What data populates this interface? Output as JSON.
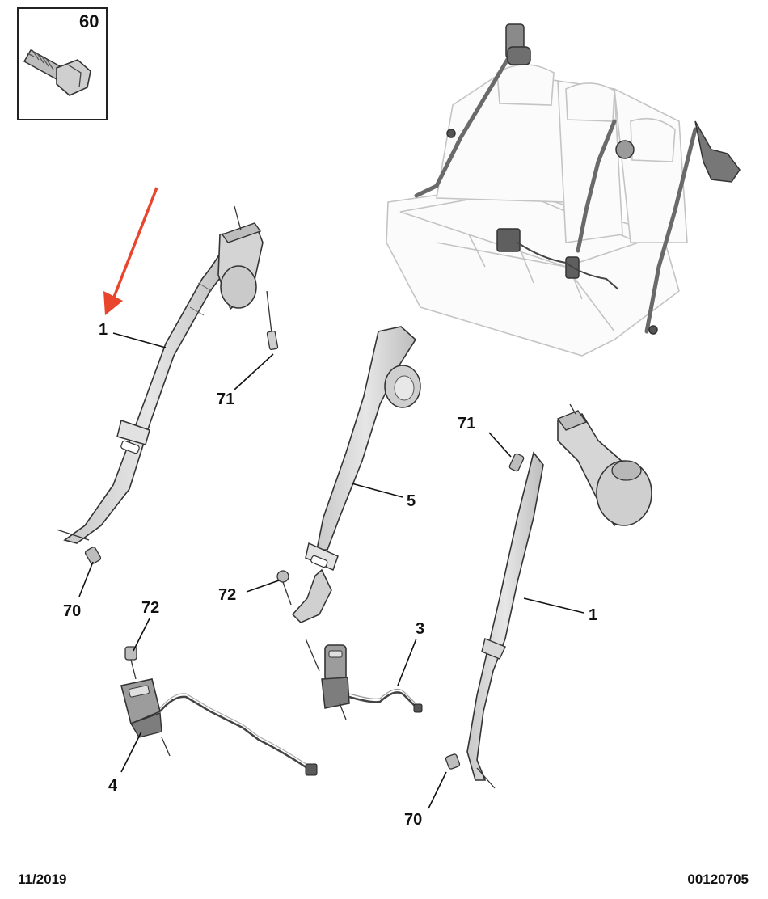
{
  "inset": {
    "part_number": "60",
    "icon": "bolt-icon"
  },
  "callouts": [
    {
      "id": "1-left",
      "text": "1"
    },
    {
      "id": "71-left",
      "text": "71"
    },
    {
      "id": "70-left",
      "text": "70"
    },
    {
      "id": "5",
      "text": "5"
    },
    {
      "id": "72-center",
      "text": "72"
    },
    {
      "id": "72-left",
      "text": "72"
    },
    {
      "id": "4",
      "text": "4"
    },
    {
      "id": "3",
      "text": "3"
    },
    {
      "id": "71-right",
      "text": "71"
    },
    {
      "id": "1-right",
      "text": "1"
    },
    {
      "id": "70-right",
      "text": "70"
    }
  ],
  "footer": {
    "date": "11/2019",
    "diagram_code": "00120705"
  },
  "colors": {
    "highlight_arrow": "#e8452c",
    "part_stroke": "#3a3a3a",
    "part_fill": "#d8d8d8",
    "seat_stroke": "#bdbdbd"
  }
}
